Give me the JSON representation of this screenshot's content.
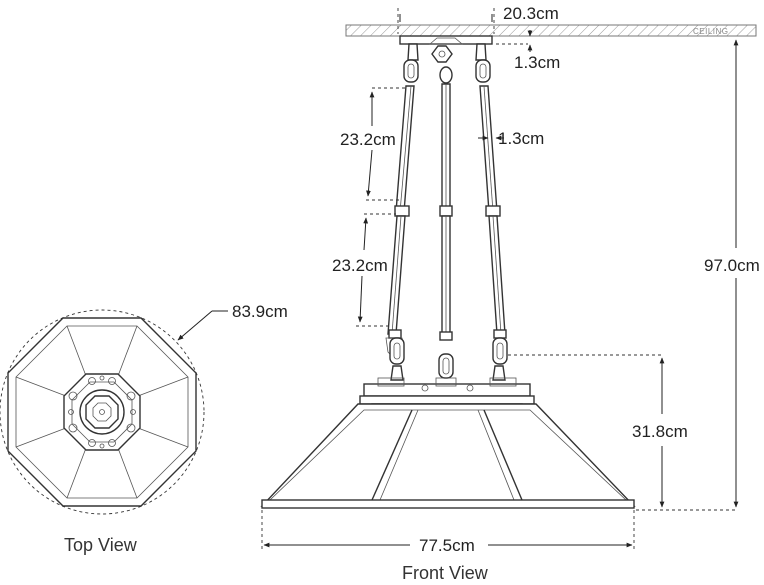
{
  "ceiling_label": "CEILING",
  "dimensions": {
    "canopy_width": "20.3cm",
    "canopy_height": "1.3cm",
    "chain_width": "1.3cm",
    "chain_segment_upper": "23.2cm",
    "chain_segment_lower": "23.2cm",
    "overall_height": "97.0cm",
    "shade_height": "31.8cm",
    "shade_width": "77.5cm",
    "top_diameter": "83.9cm"
  },
  "captions": {
    "top_view": "Top View",
    "front_view": "Front View"
  }
}
